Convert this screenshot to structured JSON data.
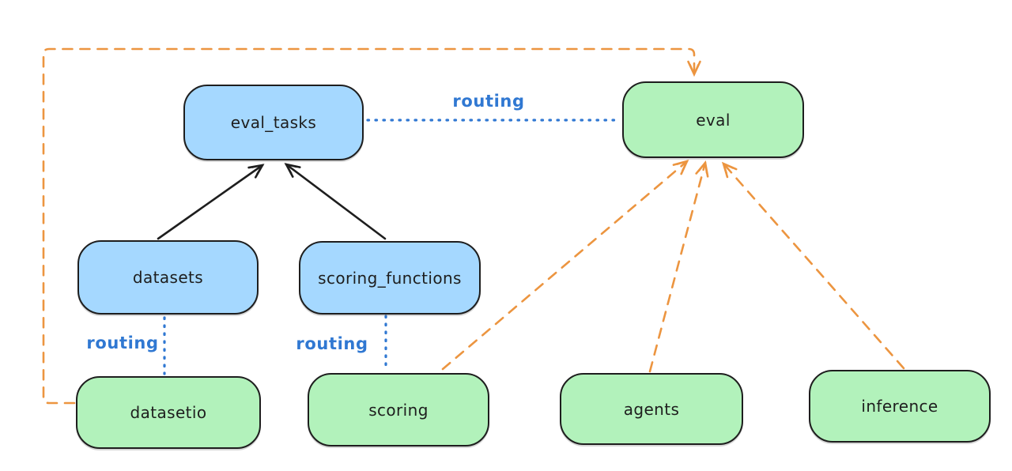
{
  "diagram_type": "architecture-routing-diagram",
  "colors": {
    "blue_fill": "#a5d8ff",
    "green_fill": "#b2f2bb",
    "stroke_dark": "#1e1e1e",
    "routing_blue": "#3078d2",
    "orange": "#ec9540",
    "bg": "#ffffff"
  },
  "nodes": {
    "eval_tasks": {
      "label": "eval_tasks",
      "fill": "blue"
    },
    "eval": {
      "label": "eval",
      "fill": "green"
    },
    "datasets": {
      "label": "datasets",
      "fill": "blue"
    },
    "scoring_functions": {
      "label": "scoring_functions",
      "fill": "blue"
    },
    "datasetio": {
      "label": "datasetio",
      "fill": "green"
    },
    "scoring": {
      "label": "scoring",
      "fill": "green"
    },
    "agents": {
      "label": "agents",
      "fill": "green"
    },
    "inference": {
      "label": "inference",
      "fill": "green"
    }
  },
  "edges": [
    {
      "from": "datasets",
      "to": "eval_tasks",
      "style": "solid-arrow",
      "color": "black"
    },
    {
      "from": "scoring_functions",
      "to": "eval_tasks",
      "style": "solid-arrow",
      "color": "black"
    },
    {
      "from": "eval_tasks",
      "to": "eval",
      "style": "dotted",
      "color": "blue",
      "label": "routing"
    },
    {
      "from": "datasets",
      "to": "datasetio",
      "style": "dotted",
      "color": "blue",
      "label": "routing"
    },
    {
      "from": "scoring_functions",
      "to": "scoring",
      "style": "dotted",
      "color": "blue",
      "label": "routing"
    },
    {
      "from": "datasetio",
      "to": "eval",
      "style": "dashed-arrow",
      "color": "orange"
    },
    {
      "from": "scoring",
      "to": "eval",
      "style": "dashed-arrow",
      "color": "orange"
    },
    {
      "from": "agents",
      "to": "eval",
      "style": "dashed-arrow",
      "color": "orange"
    },
    {
      "from": "inference",
      "to": "eval",
      "style": "dashed-arrow",
      "color": "orange"
    }
  ]
}
